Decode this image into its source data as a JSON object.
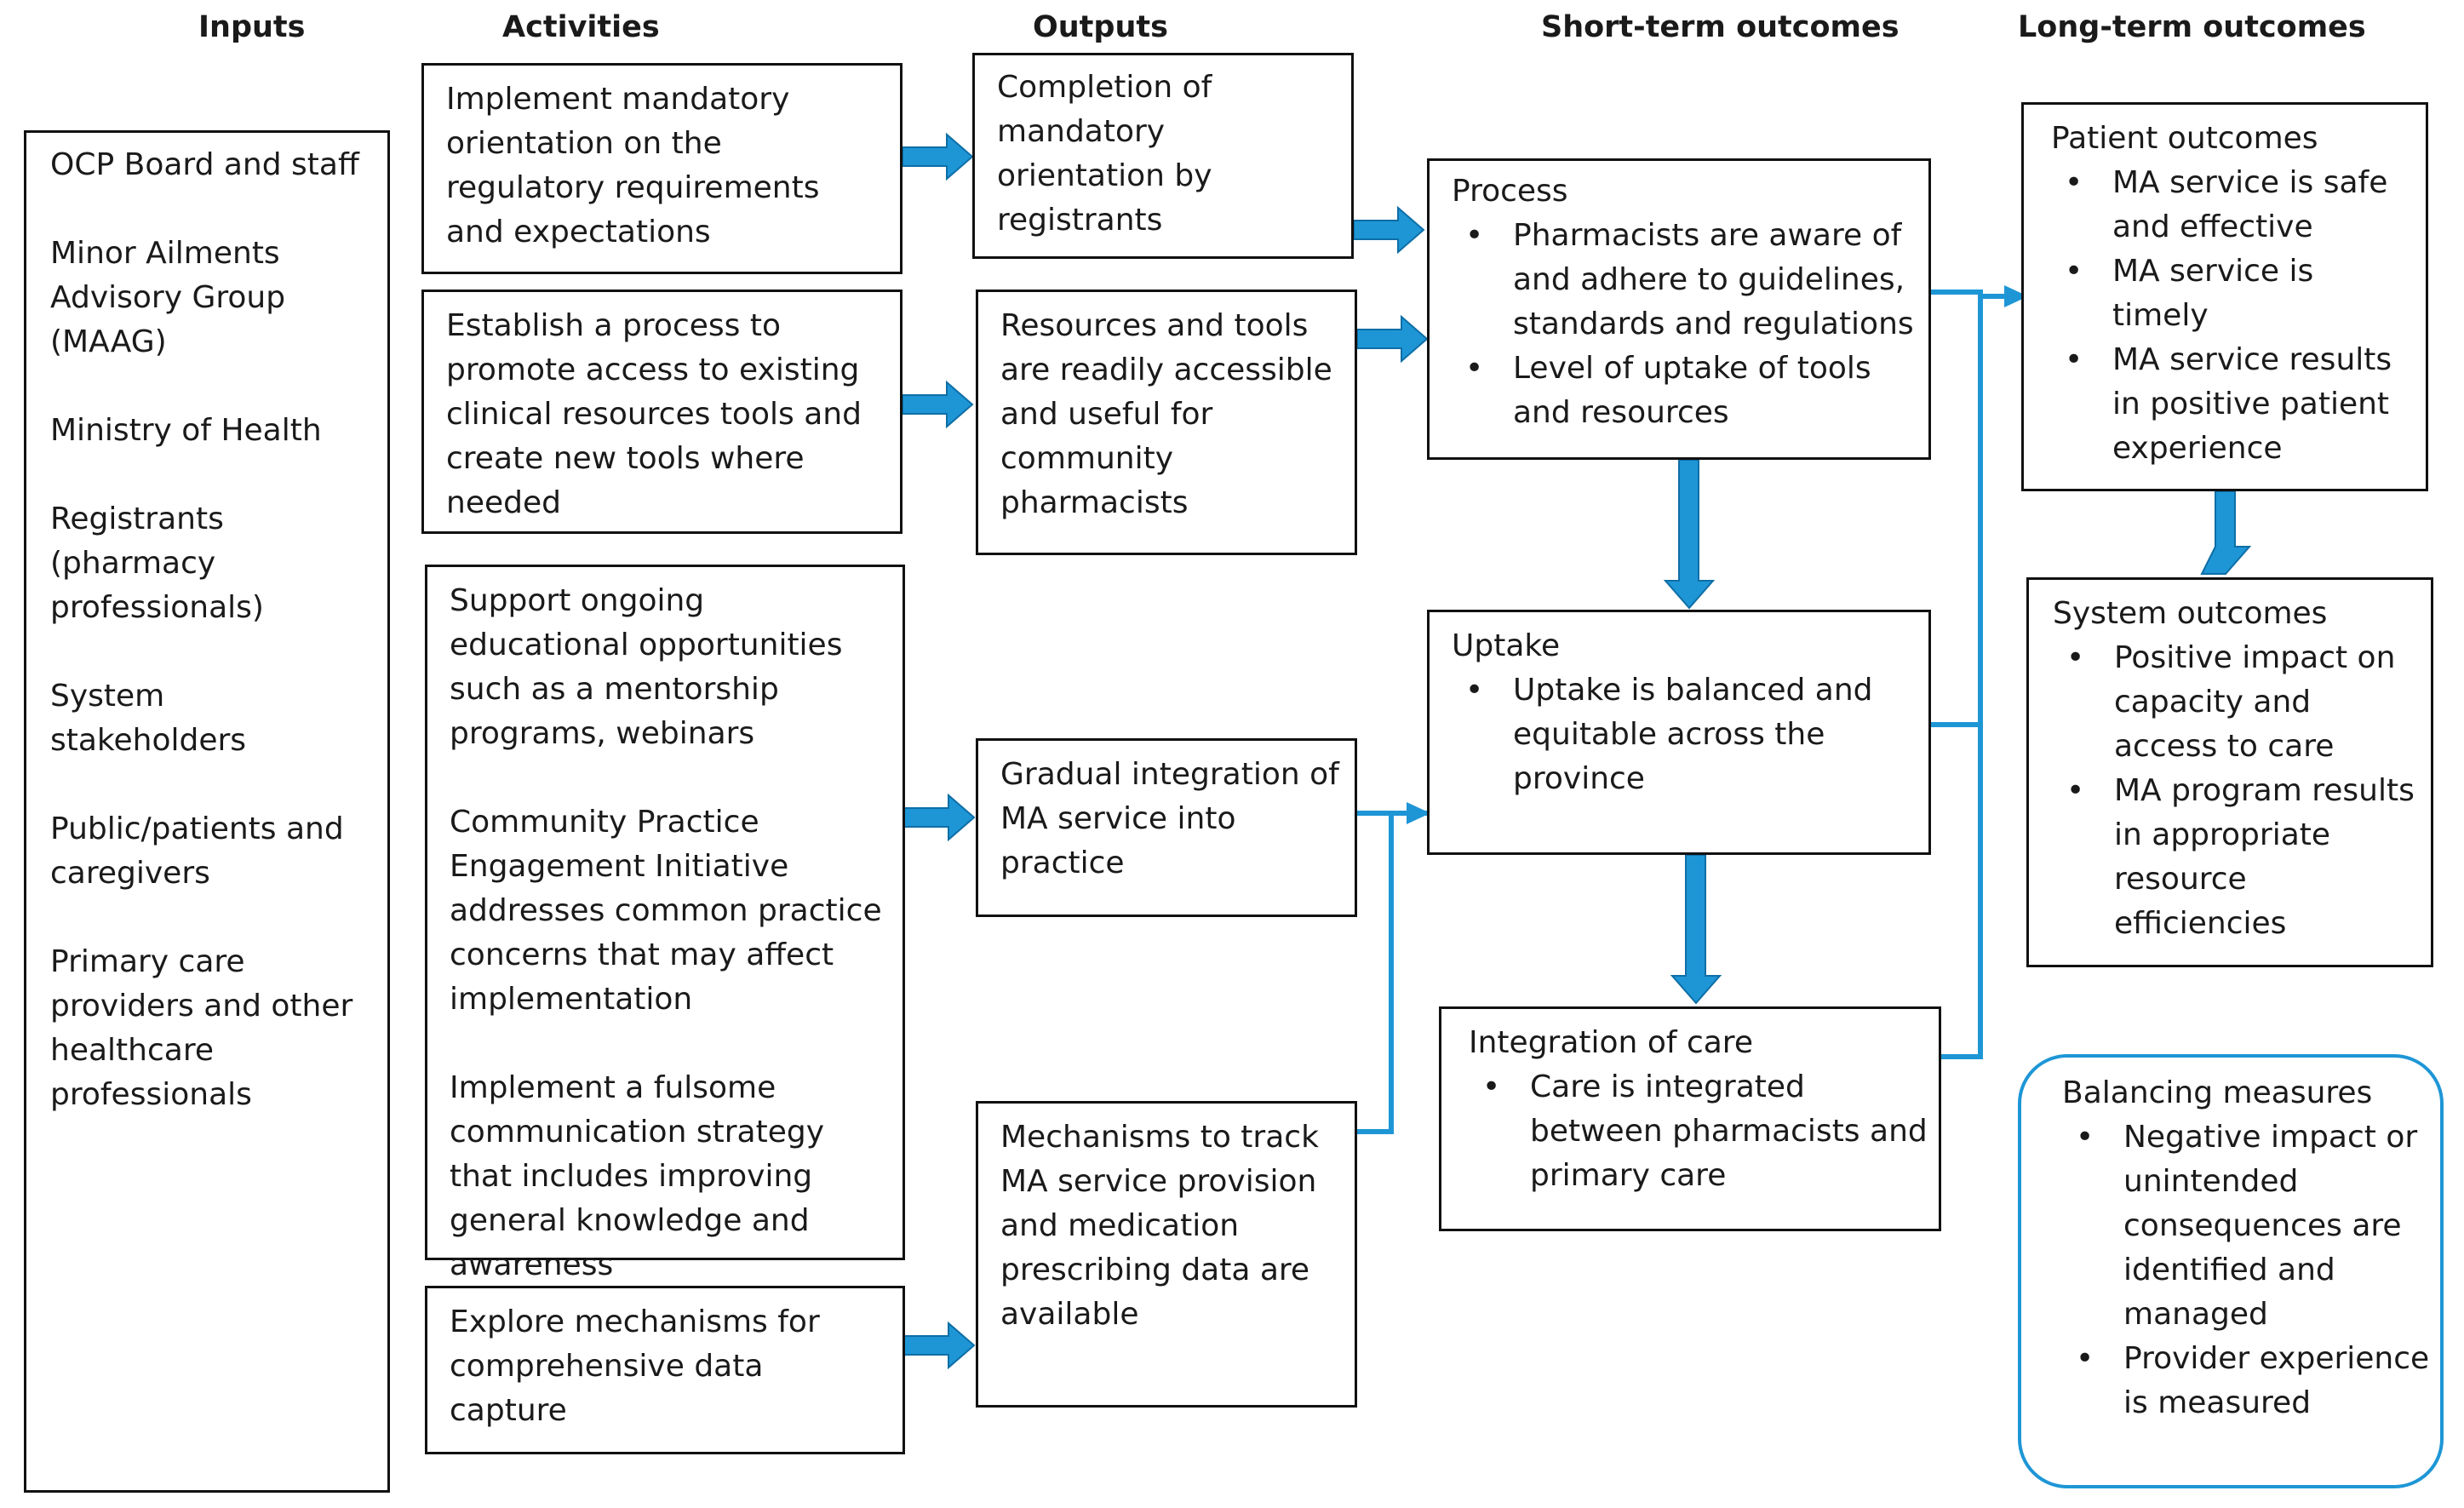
{
  "headers": {
    "inputs": "Inputs",
    "activities": "Activities",
    "outputs": "Outputs",
    "short_term": "Short-term outcomes",
    "long_term": "Long-term outcomes"
  },
  "inputs": {
    "items": [
      "OCP Board and staff",
      "Minor Ailments Advisory Group (MAAG)",
      "Ministry of Health",
      "Registrants (pharmacy professionals)",
      "System stakeholders",
      "Public/patients and caregivers",
      "Primary care providers and other healthcare professionals"
    ]
  },
  "activities": {
    "orientation": "Implement mandatory orientation on the regulatory requirements and expectations",
    "resources_process": "Establish a process to promote access to existing clinical resources tools and create new tools where needed",
    "education": "Support ongoing educational opportunities such as a mentorship programs, webinars",
    "community": "Community Practice Engagement Initiative addresses common practice concerns that may affect implementation",
    "communication": "Implement a fulsome communication strategy that includes improving general knowledge and awareness",
    "data_capture": "Explore mechanisms for comprehensive data capture"
  },
  "outputs": {
    "orientation_done": "Completion of mandatory orientation by registrants",
    "resources_accessible": "Resources and tools are readily accessible and useful for community pharmacists",
    "integration_gradual": "Gradual integration of MA service into practice",
    "tracking": "Mechanisms to track MA service provision and medication prescribing data are available"
  },
  "short_term": {
    "process": {
      "title": "Process",
      "bullets": [
        "Pharmacists are aware of and adhere to guidelines, standards and regulations",
        "Level of uptake of tools and resources"
      ]
    },
    "uptake": {
      "title": "Uptake",
      "bullets": [
        "Uptake is balanced and equitable across the province"
      ]
    },
    "integration": {
      "title": "Integration of care",
      "bullets": [
        "Care is integrated between pharmacists and primary care"
      ]
    }
  },
  "long_term": {
    "patient": {
      "title": "Patient outcomes",
      "bullets": [
        "MA service is safe and effective",
        "MA service is timely",
        "MA service results in positive patient experience"
      ]
    },
    "system": {
      "title": "System outcomes",
      "bullets": [
        "Positive impact on capacity and access to care",
        "MA program results in appropriate resource efficiencies"
      ]
    },
    "balancing": {
      "title": "Balancing measures",
      "bullets": [
        "Negative impact or unintended consequences are identified and managed",
        "Provider experience is measured"
      ]
    }
  },
  "colors": {
    "arrow": "#1e96d6",
    "border": "#111111",
    "balancing_border": "#1e96d6"
  }
}
